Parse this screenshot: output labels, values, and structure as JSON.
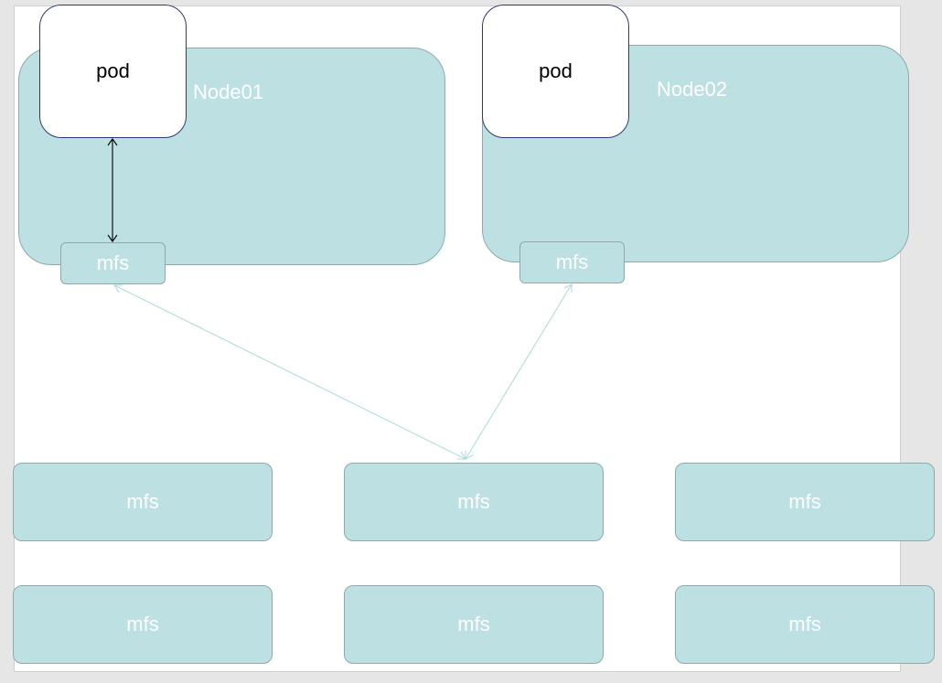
{
  "nodes": [
    {
      "label": "Node01"
    },
    {
      "label": "Node02"
    }
  ],
  "pods": [
    {
      "label": "pod"
    },
    {
      "label": "pod"
    }
  ],
  "node_mfs": [
    {
      "label": "mfs"
    },
    {
      "label": "mfs"
    }
  ],
  "cluster_mfs": [
    {
      "label": "mfs"
    },
    {
      "label": "mfs"
    },
    {
      "label": "mfs"
    },
    {
      "label": "mfs"
    },
    {
      "label": "mfs"
    },
    {
      "label": "mfs"
    }
  ],
  "colors": {
    "node_fill": "#bde0e3",
    "node_border": "#8fa9ab",
    "pod_border": "#2e3a78",
    "pod_link": "#000000",
    "mfs_link": "#a9dadb"
  }
}
